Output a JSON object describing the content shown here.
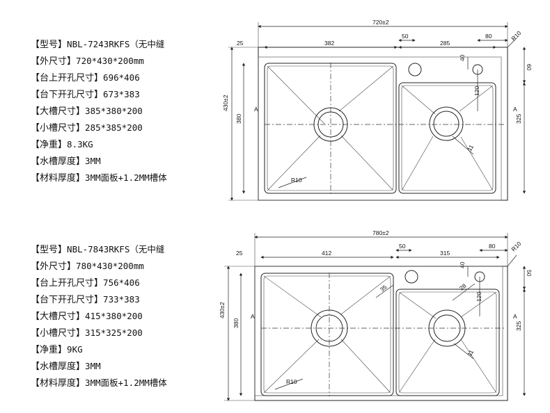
{
  "models": [
    {
      "specs": [
        {
          "key": "型号",
          "value": "NBL-7243RKFS（无中缝"
        },
        {
          "key": "外尺寸",
          "value": "720*430*200mm"
        },
        {
          "key": "台上开孔尺寸",
          "value": "696*406"
        },
        {
          "key": "台下开孔尺寸",
          "value": "673*383"
        },
        {
          "key": "大槽尺寸",
          "value": "385*380*200"
        },
        {
          "key": "小槽尺寸",
          "value": "285*385*200"
        },
        {
          "key": "净重",
          "value": "8.3KG"
        },
        {
          "key": "水槽厚度",
          "value": "3MM"
        },
        {
          "key": "材料厚度",
          "value": "3MM面板+1.2MM槽体"
        }
      ],
      "dims": {
        "total": "720±2",
        "left_margin": "25",
        "big_width": "382",
        "small_width": "285",
        "tap_offset": "50",
        "corner_offset": "80",
        "radius_top": "R10",
        "right_offset": "60",
        "tap_height": "40",
        "drain_offset": "120",
        "height": "430±2",
        "big_height": "380",
        "small_height": "325",
        "drain_dia": "11",
        "radius_inner": "R10"
      }
    },
    {
      "specs": [
        {
          "key": "型号",
          "value": "NBL-7843RKFS（无中缝"
        },
        {
          "key": "外尺寸",
          "value": "780*430*200mm"
        },
        {
          "key": "台上开孔尺寸",
          "value": "756*406"
        },
        {
          "key": "台下开孔尺寸",
          "value": "733*383"
        },
        {
          "key": "大槽尺寸",
          "value": "415*380*200"
        },
        {
          "key": "小槽尺寸",
          "value": "315*325*200"
        },
        {
          "key": "净重",
          "value": "9KG"
        },
        {
          "key": "水槽厚度",
          "value": "3MM"
        },
        {
          "key": "材料厚度",
          "value": "3MM面板+1.2MM槽体"
        }
      ],
      "dims": {
        "total": "780±2",
        "left_margin": "25",
        "big_width": "412",
        "small_width": "315",
        "tap_offset": "50",
        "corner_offset": "80",
        "radius_top": "R10",
        "right_offset": "50",
        "tap_height": "40",
        "drain_offset": "120",
        "height": "430±2",
        "big_height": "380",
        "small_height": "325",
        "drain_dia": "11",
        "radius_inner": "R10",
        "diag_a": "35",
        "diag_b": "28"
      }
    }
  ]
}
